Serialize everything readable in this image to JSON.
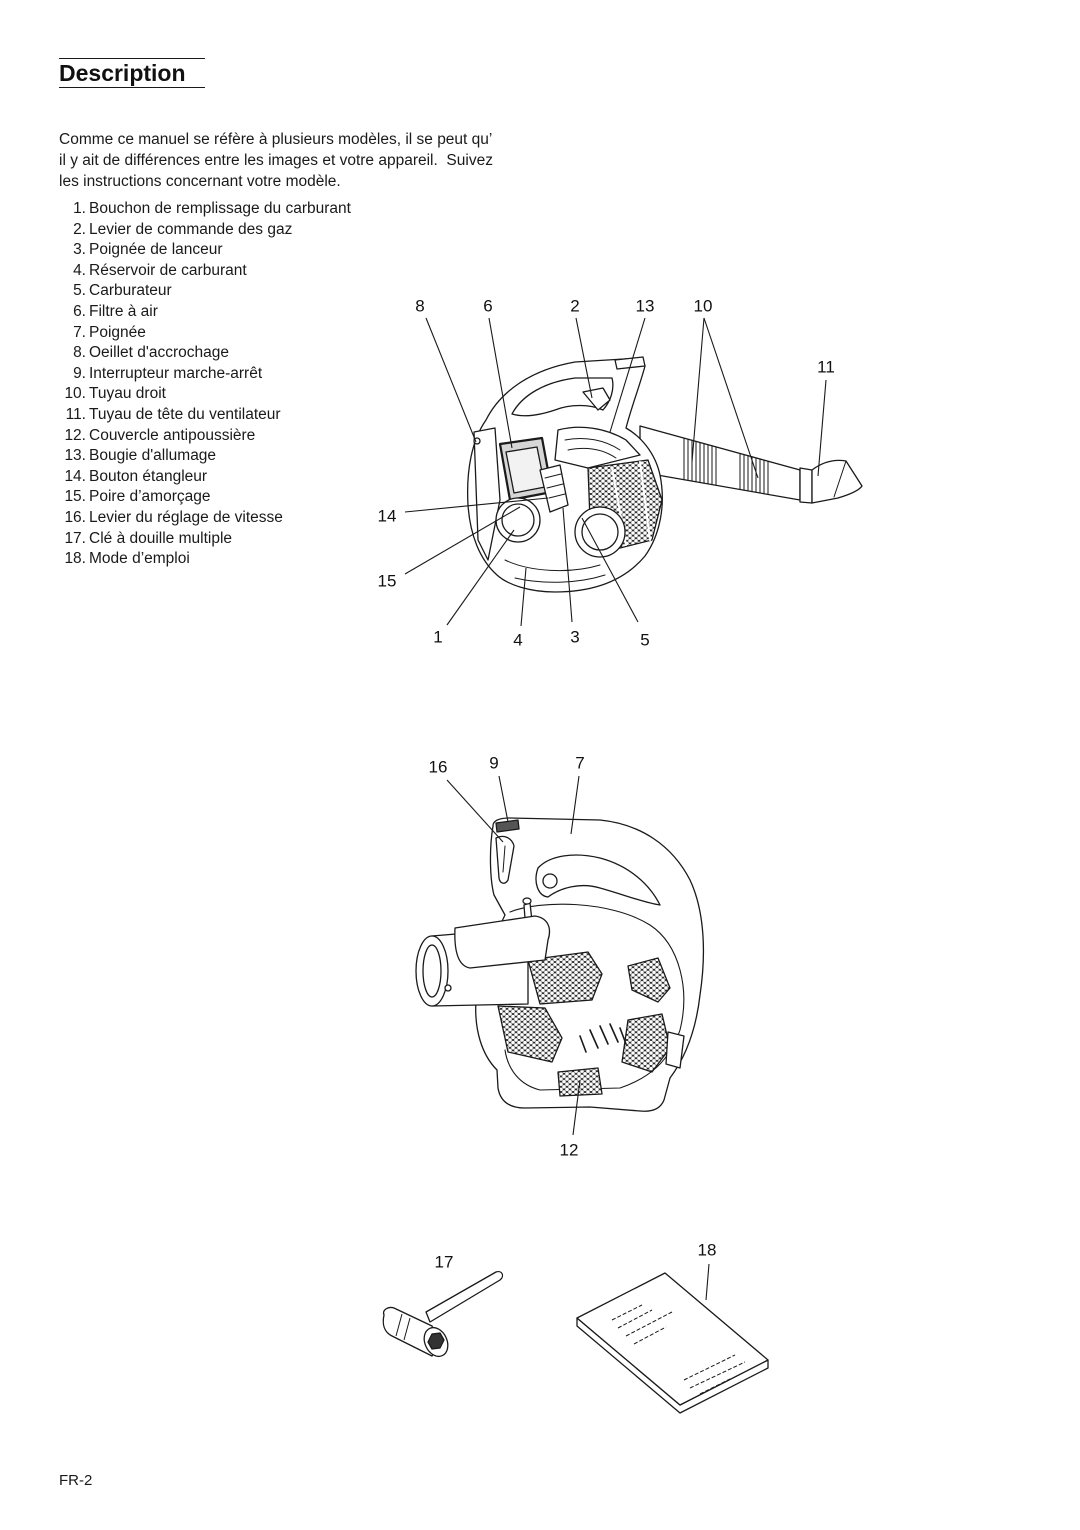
{
  "page": {
    "title": "Description",
    "intro": [
      "Comme ce manuel se réfère à plusieurs modèles, il se peut qu’",
      "il y ait de différences entre les images et votre appareil.  Suivez",
      "les instructions concernant votre modèle."
    ],
    "parts": [
      {
        "number": "1.",
        "label": "Bouchon de remplissage du carburant"
      },
      {
        "number": "2.",
        "label": "Levier de commande des gaz"
      },
      {
        "number": "3.",
        "label": "Poignée de lanceur"
      },
      {
        "number": "4.",
        "label": "Réservoir de carburant"
      },
      {
        "number": "5.",
        "label": "Carburateur"
      },
      {
        "number": "6.",
        "label": "Filtre à air"
      },
      {
        "number": "7.",
        "label": "Poignée"
      },
      {
        "number": "8.",
        "label": "Oeillet d'accrochage"
      },
      {
        "number": "9.",
        "label": "Interrupteur marche-arrêt"
      },
      {
        "number": "10.",
        "label": "Tuyau droit"
      },
      {
        "number": "11.",
        "label": "Tuyau de tête du ventilateur"
      },
      {
        "number": "12.",
        "label": "Couvercle antipoussière"
      },
      {
        "number": "13.",
        "label": "Bougie d'allumage"
      },
      {
        "number": "14.",
        "label": "Bouton étangleur"
      },
      {
        "number": "15.",
        "label": "Poire d’amorçage"
      },
      {
        "number": "16.",
        "label": "Levier du réglage de vitesse"
      },
      {
        "number": "17.",
        "label": "Clé à douille multiple"
      },
      {
        "number": "18.",
        "label": "Mode d’emploi"
      }
    ],
    "footer": "FR-2"
  },
  "figures": {
    "side_view": {
      "callouts": [
        "8",
        "6",
        "2",
        "13",
        "10",
        "11",
        "14",
        "15",
        "1",
        "4",
        "3",
        "5"
      ]
    },
    "rear_view": {
      "callouts": [
        "16",
        "9",
        "7",
        "12"
      ]
    },
    "accessories": {
      "callouts": [
        "17",
        "18"
      ]
    }
  }
}
